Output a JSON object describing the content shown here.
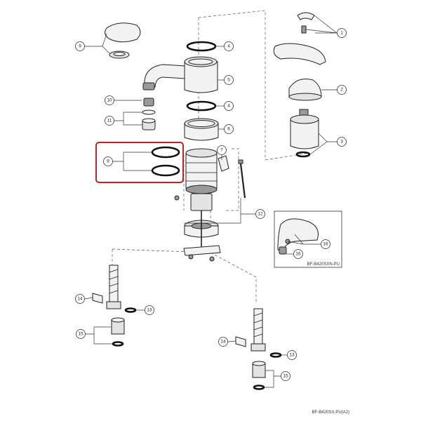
{
  "callouts": {
    "c1": "1",
    "c2": "2",
    "c3": "3",
    "c4a": "4",
    "c4b": "4",
    "c5": "5",
    "c6": "6",
    "c7": "7",
    "c8": "8",
    "c9": "9",
    "c10": "10",
    "c11": "11",
    "c12": "12",
    "c13a": "13",
    "c13b": "13",
    "c14a": "14",
    "c14b": "14",
    "c15a": "15",
    "c15b": "15",
    "c16a": "16",
    "c16b": "16"
  },
  "inset_model": "BF-B420SXN-PU",
  "drawing_code": "BF-B420SX-PU(A2)",
  "colors": {
    "highlight": "#c0202a",
    "line": "#222222",
    "part_fill": "#e3e3e3"
  }
}
